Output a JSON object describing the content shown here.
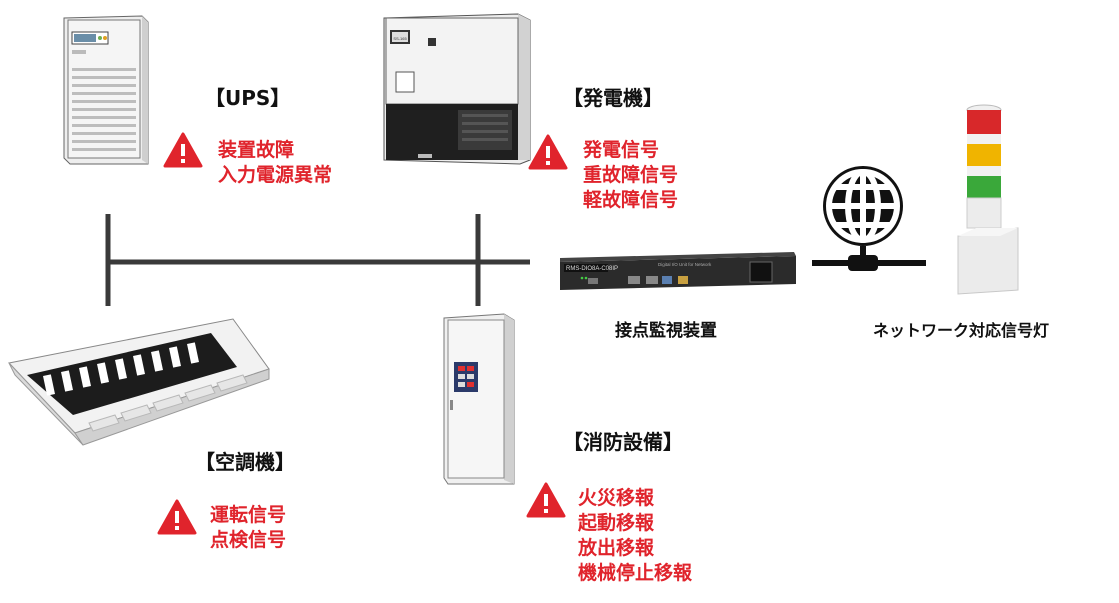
{
  "ups": {
    "title": "【UPS】",
    "alarms": [
      "装置故障",
      "入力電源異常"
    ]
  },
  "generator": {
    "title": "【発電機】",
    "alarms": [
      "発電信号",
      "重故障信号",
      "軽故障信号"
    ]
  },
  "aircon": {
    "title": "【空調機】",
    "alarms": [
      "運転信号",
      "点検信号"
    ]
  },
  "fire": {
    "title": "【消防設備】",
    "alarms": [
      "火災移報",
      "起動移報",
      "放出移報",
      "機械停止移報"
    ]
  },
  "monitor": {
    "label": "接点監視装置",
    "panel_text": "RMS-DIO8A-C08IP",
    "panel_subtext": "Digital I/O Unit for Network"
  },
  "signal_light": {
    "label": "ネットワーク対応信号灯"
  },
  "generator_panel_text": "SS-165",
  "colors": {
    "alarm": "#e0242c",
    "line": "#3a3a3a",
    "lamp_red": "#d8282a",
    "lamp_yellow": "#f0b400",
    "lamp_green": "#3aa83a"
  }
}
